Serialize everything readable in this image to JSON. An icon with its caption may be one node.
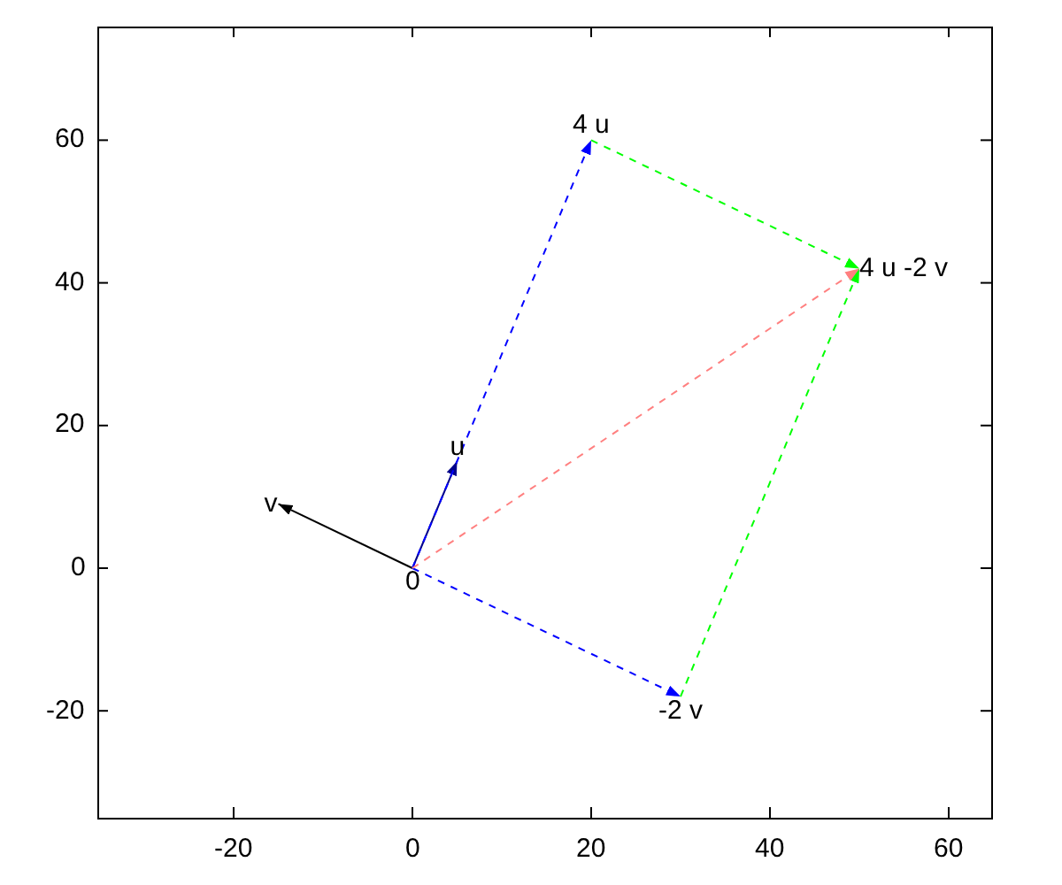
{
  "diagram": {
    "nodes": [
      {
        "text": [
          "4 u"
        ]
      },
      {
        "text": [
          "4 u -2 v"
        ]
      },
      {
        "text": [
          "u"
        ]
      },
      {
        "text": [
          "v"
        ]
      },
      {
        "text": [
          "0"
        ]
      },
      {
        "text": [
          "-2 v"
        ]
      }
    ],
    "edges": [
      {
        "from": 4,
        "to": 2,
        "arrow": "to",
        "color": "#00008b"
      },
      {
        "from": 4,
        "to": 3,
        "arrow": "to",
        "color": "#000000"
      },
      {
        "from": 4,
        "to": 0,
        "arrow": "to",
        "style": "dashed",
        "color": "#0000ff"
      },
      {
        "from": 4,
        "to": 5,
        "arrow": "to",
        "style": "dashed",
        "color": "#0000ff"
      },
      {
        "from": 0,
        "to": 1,
        "arrow": "to",
        "style": "dashed",
        "color": "#00ff00"
      },
      {
        "from": 5,
        "to": 1,
        "arrow": "to",
        "style": "dashed",
        "color": "#00ff00"
      },
      {
        "from": 4,
        "to": 1,
        "arrow": "to",
        "style": "dashed",
        "color": "#ff8080"
      }
    ],
    "labels": [
      "60",
      "40",
      "20",
      "0",
      "-20",
      "-20",
      "0",
      "20",
      "40",
      "60"
    ]
  }
}
